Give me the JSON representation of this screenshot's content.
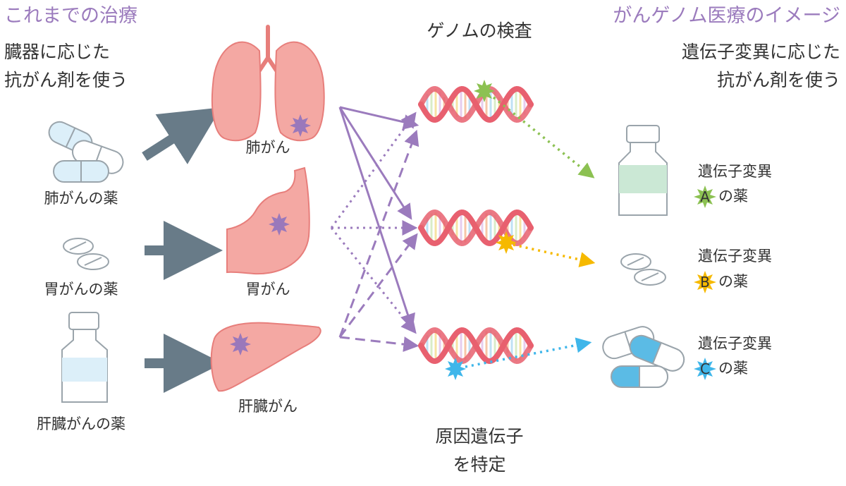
{
  "headings": {
    "conventional": "これまでの治療",
    "genomic": "がんゲノム医療のイメージ",
    "genome_test": "ゲノムの検査"
  },
  "left_caption": [
    "臓器に応じた",
    "抗がん剤を使う"
  ],
  "right_caption": [
    "遺伝子変異に応じた",
    "抗がん剤を使う"
  ],
  "drugs_left": [
    "肺がんの薬",
    "胃がんの薬",
    "肝臓がんの薬"
  ],
  "organs": [
    "肺がん",
    "胃がん",
    "肝臓がん"
  ],
  "bottom_caption": [
    "原因遺伝子",
    "を特定"
  ],
  "mutations": [
    {
      "label": "遺伝子変異",
      "letter": "A",
      "suffix": "の薬",
      "color": "#8cc152"
    },
    {
      "label": "遺伝子変異",
      "letter": "B",
      "suffix": "の薬",
      "color": "#f6b900"
    },
    {
      "label": "遺伝子変異",
      "letter": "C",
      "suffix": "の薬",
      "color": "#3fb6ea"
    }
  ],
  "colors": {
    "heading": "#9b7bbd",
    "arrow_gray": "#687b88",
    "arrow_purple": "#9b7bbd",
    "organ_fill": "#f4a8a3",
    "organ_stroke": "#e77e7b",
    "tumor": "#9a78bb",
    "dna_strand": "#e8606f",
    "icon_stroke": "#9aa4ab",
    "capsule_blue_light": "#dceff9",
    "capsule_blue": "#5bbbe5",
    "bottle_label": "#cbe8d5"
  }
}
